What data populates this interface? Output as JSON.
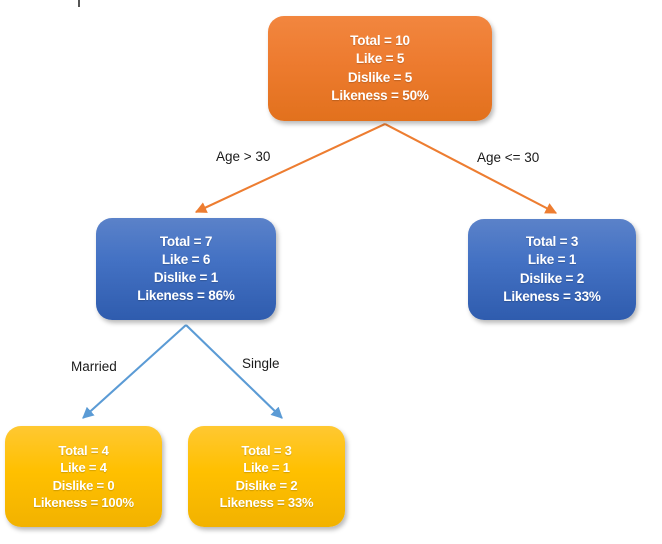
{
  "diagram": {
    "type": "decision-tree",
    "title": "",
    "colors": {
      "root_fill": "#ED7B2F",
      "level2_fill": "#4472C4",
      "level3_fill": "#FFC000",
      "root_edge_stroke": "#ED7D31",
      "level2_edge_stroke": "#5B9BD5",
      "node_text": "#FFFFFF",
      "edge_label_text": "#1A1A1A",
      "background": "#FFFFFF"
    },
    "nodes": [
      {
        "id": "root",
        "color": "orange",
        "lines": [
          "Total = 10",
          "Like = 5",
          "Dislike = 5",
          "Likeness = 50%"
        ],
        "metrics": {
          "total": 10,
          "like": 5,
          "dislike": 5,
          "likeness": "50%"
        }
      },
      {
        "id": "age-gt-30",
        "color": "blue",
        "lines": [
          "Total = 7",
          "Like = 6",
          "Dislike = 1",
          "Likeness = 86%"
        ],
        "metrics": {
          "total": 7,
          "like": 6,
          "dislike": 1,
          "likeness": "86%"
        }
      },
      {
        "id": "age-lte-30",
        "color": "blue",
        "lines": [
          "Total = 3",
          "Like = 1",
          "Dislike = 2",
          "Likeness = 33%"
        ],
        "metrics": {
          "total": 3,
          "like": 1,
          "dislike": 2,
          "likeness": "33%"
        }
      },
      {
        "id": "married",
        "color": "yellow",
        "lines": [
          "Total = 4",
          "Like = 4",
          "Dislike = 0",
          "Likeness = 100%"
        ],
        "metrics": {
          "total": 4,
          "like": 4,
          "dislike": 0,
          "likeness": "100%"
        }
      },
      {
        "id": "single",
        "color": "yellow",
        "lines": [
          "Total = 3",
          "Like = 1",
          "Dislike = 2",
          "Likeness = 33%"
        ],
        "metrics": {
          "total": 3,
          "like": 1,
          "dislike": 2,
          "likeness": "33%"
        }
      }
    ],
    "edges": [
      {
        "id": "root-left",
        "from": "root",
        "to": "age-gt-30",
        "label": "Age > 30"
      },
      {
        "id": "root-right",
        "from": "root",
        "to": "age-lte-30",
        "label": "Age <= 30"
      },
      {
        "id": "blue-left",
        "from": "age-gt-30",
        "to": "married",
        "label": "Married"
      },
      {
        "id": "blue-right",
        "from": "age-gt-30",
        "to": "single",
        "label": "Single"
      }
    ]
  }
}
